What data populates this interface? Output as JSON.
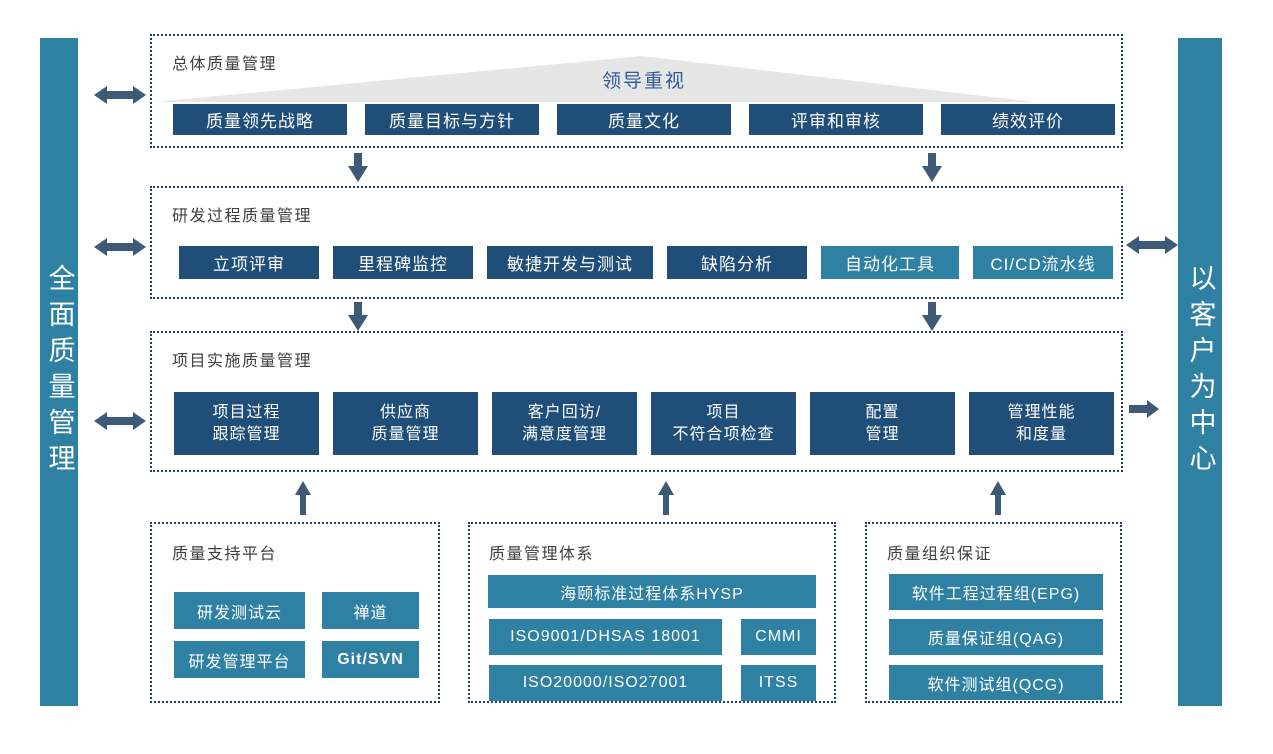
{
  "left_bar": {
    "label": "全面质量管理"
  },
  "right_bar": {
    "label": "以客户为中心"
  },
  "overall": {
    "title": "总体质量管理",
    "banner_label": "领导重视",
    "buttons": [
      "质量领先战略",
      "质量目标与方针",
      "质量文化",
      "评审和审核",
      "绩效评价"
    ]
  },
  "rnd": {
    "title": "研发过程质量管理",
    "buttons": [
      "立项评审",
      "里程碑监控",
      "敏捷开发与测试",
      "缺陷分析",
      "自动化工具",
      "CI/CD流水线"
    ]
  },
  "project": {
    "title": "项目实施质量管理",
    "buttons": [
      [
        "项目过程",
        "跟踪管理"
      ],
      [
        "供应商",
        "质量管理"
      ],
      [
        "客户回访/",
        "满意度管理"
      ],
      [
        "项目",
        "不符合项检查"
      ],
      [
        "配置",
        "管理"
      ],
      [
        "管理性能",
        "和度量"
      ]
    ]
  },
  "platform": {
    "title": "质量支持平台",
    "buttons": [
      "研发测试云",
      "禅道",
      "研发管理平台",
      "Git/SVN"
    ]
  },
  "system": {
    "title": "质量管理体系",
    "buttons": [
      "海颐标准过程体系HYSP",
      "ISO9001/DHSAS 18001",
      "CMMI",
      "ISO20000/ISO27001",
      "ITSS"
    ]
  },
  "org": {
    "title": "质量组织保证",
    "buttons": [
      "软件工程过程组(EPG)",
      "质量保证组(QAG)",
      "软件测试组(QCG)"
    ]
  },
  "colors": {
    "teal": "#2E81A3",
    "navy": "#1F4E79",
    "border": "#1F3F68",
    "arrow": "#3D5A76",
    "banner_text": "#2F5B99",
    "triangle": "#E7E6E6",
    "title_text": "#3F3F3F"
  }
}
